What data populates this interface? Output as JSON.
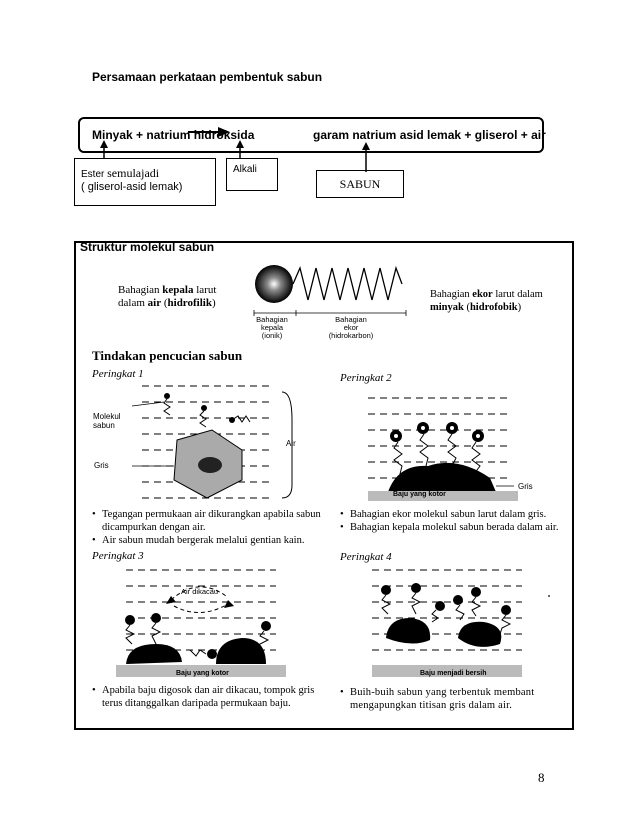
{
  "heading": "Persamaan perkataan pembentuk sabun",
  "equation": {
    "reactant": "Minyak   +  natrium hidroksida",
    "product": "garam natrium asid lemak + gliserol + air"
  },
  "boxes": {
    "ester_line1_a": "Ester ",
    "ester_line1_b": "semulajadi",
    "ester_line2": "( gliserol-asid lemak)",
    "alkali": "Alkali",
    "sabun": "SABUN"
  },
  "structure": {
    "title": "Struktur molekul sabun",
    "head_text_1a": "Bahagian ",
    "head_text_1b": "kepala",
    "head_text_1c": " larut",
    "head_text_2a": "dalam ",
    "head_text_2b": "air",
    "head_text_2c": " (",
    "head_text_2d": "hidrofilik",
    "head_text_2e": ")",
    "tail_text_1a": "Bahagian ",
    "tail_text_1b": "ekor",
    "tail_text_1c": " larut dalam",
    "tail_text_2a": "minyak",
    "tail_text_2b": " (",
    "tail_text_2c": "hidrofobik",
    "tail_text_2d": ")",
    "label_head": [
      "Bahagian",
      "kepala",
      "(ionik)"
    ],
    "label_tail": [
      "Bahagian",
      "ekor",
      "(hidrokarbon)"
    ]
  },
  "washing": {
    "title": "Tindakan pencucian sabun",
    "stage1": "Peringkat 1",
    "stage2": "Peringkat 2",
    "stage3": "Peringkat 3",
    "stage4": "Peringkat 4",
    "label_molekul": [
      "Molekul",
      "sabun"
    ],
    "label_air": "Air",
    "label_gris": "Gris",
    "label_gris2": "Gris",
    "label_air_dikacau": "Air dikacau",
    "label_baju_kotor_2": "Baju yang kotor",
    "label_baju_kotor_3": "Baju yang kotor",
    "label_baju_bersih": "Baju menjadi bersih",
    "bullets_1": [
      "Tegangan permukaan air dikurangkan apabila sabun dicampurkan dengan air.",
      "Air sabun mudah bergerak melalui gentian kain."
    ],
    "bullets_2": [
      "Bahagian ekor molekul sabun larut dalam gris.",
      "Bahagian kepala molekul sabun berada dalam air."
    ],
    "bullets_3": [
      "Apabila baju digosok dan air dikacau, tompok gris terus ditanggalkan daripada permukaan baju."
    ],
    "bullets_4": [
      "Buih-buih sabun yang terbentuk membant mengapungkan titisan gris dalam air."
    ]
  },
  "page_number": "8"
}
